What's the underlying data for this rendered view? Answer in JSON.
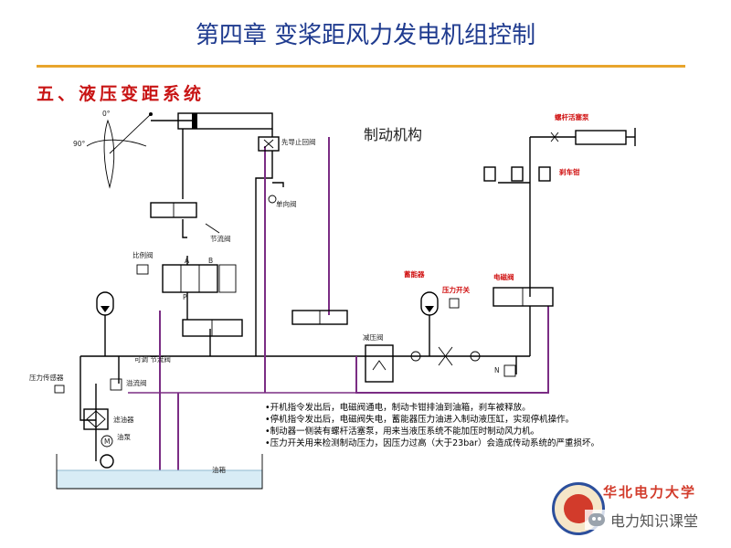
{
  "title": "第四章  变桨距风力发电机组控制",
  "section": "五、液压变距系统",
  "brake_title": "制动机构",
  "labels": {
    "angle_0": "0°",
    "angle_90": "90°",
    "pilot_check": "先导止回阀",
    "check_valve": "单向阀",
    "throttle": "节流阀",
    "proportional": "比例阀",
    "port_a": "A",
    "port_b": "B",
    "port_p": "P",
    "adj_throttle": "可调\n节流阀",
    "relief_valve": "溢流阀",
    "pressure_sensor": "压力传感器",
    "filter": "滤油器",
    "pump": "油泵",
    "motor": "M",
    "tank": "油箱",
    "reducing_valve": "减压阀",
    "accumulator": "蓄能器",
    "pressure_switch": "压力开关",
    "solenoid": "电磁阀",
    "caliper": "刹车钳",
    "screw_piston": "螺杆活塞泵",
    "n_mark": "N"
  },
  "notes": [
    "•开机指令发出后，电磁阀通电，制动卡钳排油到油箱，刹车被释放。",
    "•停机指令发出后，电磁阀失电，蓄能器压力油进入制动液压缸，实现停机操作。",
    "•制动器一侧装有螺杆活塞泵，用来当液压系统不能加压时制动风力机。",
    "•压力开关用来检测制动压力，因压力过高（大于23bar）会造成传动系统的严重损坏。"
  ],
  "logo_text": "华北电力大学",
  "watermark": "电力知识课堂",
  "colors": {
    "title": "#1f3b8f",
    "rule": "#e8a52c",
    "section": "#c81414",
    "return_line": "#7b2d84"
  }
}
